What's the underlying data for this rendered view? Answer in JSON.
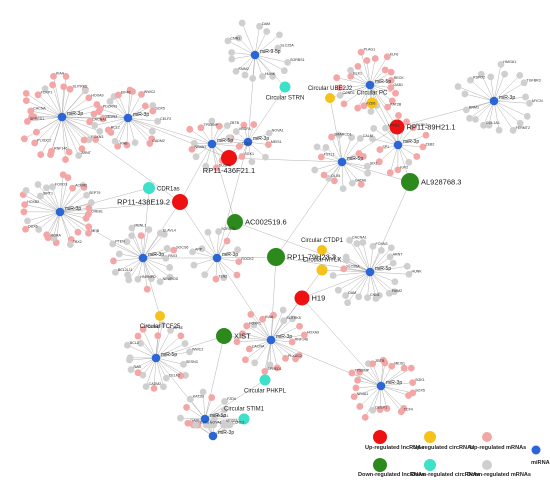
{
  "network": {
    "lncrnas": [
      {
        "label": "RP11-89H21.1",
        "regulation": "up"
      },
      {
        "label": "RP11-436F21.1",
        "regulation": "up"
      },
      {
        "label": "RP11-438E19.2",
        "regulation": "up"
      },
      {
        "label": "H19",
        "regulation": "up"
      },
      {
        "label": "AL928768.3",
        "regulation": "down"
      },
      {
        "label": "AC002519.6",
        "regulation": "down"
      },
      {
        "label": "RP11-79H23.3",
        "regulation": "down"
      },
      {
        "label": "XIST",
        "regulation": "down"
      }
    ],
    "circrnas": [
      {
        "label": "Circular STRN",
        "regulation": "down"
      },
      {
        "label": "Circular UBE2J2",
        "regulation": "up"
      },
      {
        "label": "Circular PC",
        "regulation": "up"
      },
      {
        "label": "CDR1as",
        "regulation": "down"
      },
      {
        "label": "Circular CTDP1",
        "regulation": "up"
      },
      {
        "label": "Circular MYLK",
        "regulation": "up"
      },
      {
        "label": "Circular TCF25",
        "regulation": "up"
      },
      {
        "label": "Circular PHKPL",
        "regulation": "down"
      },
      {
        "label": "Circular STIM1",
        "regulation": "down"
      }
    ],
    "mirnas": [
      "miR-9-5p",
      "miR-3p",
      "miR-3p",
      "miR-5p",
      "miR-3p",
      "miR-5p",
      "miR-3p",
      "miR-3p",
      "miR-5p",
      "miR-3p",
      "miR-3p",
      "miR-3p",
      "miR-5p",
      "miR-3p",
      "miR-5p",
      "miR-3p",
      "miR-5p",
      "miR-3p"
    ],
    "mrna_labels": [
      "SORBS1",
      "HUNK",
      "FAIM2",
      "CNN1",
      "DAM",
      "SLC25A",
      "CACNA1",
      "FOXN3",
      "ARNT",
      "RNF146",
      "PLXDC2",
      "SPRED1",
      "CACNA",
      "FOXP1",
      "KIAA",
      "SLITRK5",
      "HOXA9",
      "SESN3",
      "CELF2",
      "CADM2",
      "RAB",
      "BCL2",
      "PDZRN3",
      "EIF4E",
      "WWC2",
      "SOX5",
      "TCF4",
      "DUSP1",
      "NR4A1",
      "TP53INP",
      "ZBTB",
      "MEIS1",
      "SGK1",
      "VEGFA",
      "NOVA1",
      "GAB1",
      "KAT2B",
      "FZD6",
      "CCND1",
      "ELK1",
      "PLAG1",
      "KLF6",
      "RECK",
      "MYCN",
      "FERMT2",
      "COL1A1",
      "RRM1",
      "RSPO2",
      "HMGA1",
      "TGFBR3",
      "ZEB2",
      "IGF2",
      "SP1",
      "MYBL1",
      "PCSK5",
      "SIX1",
      "GATA6",
      "DLX5",
      "FSTL1",
      "SMARCD1",
      "CALM",
      "CREB1",
      "NFIB",
      "TBX2",
      "RORA",
      "DDX6",
      "HOXB2",
      "SIRT1",
      "FOXO3",
      "ACVR2",
      "SEPT9",
      "PAX3",
      "NEUROD",
      "HNRNPD",
      "BCL2L11",
      "PTEN",
      "MBNL1",
      "ELAVL4",
      "SOCS6",
      "ROCK2",
      "TLN2",
      "APP"
    ]
  },
  "legend": {
    "up_lncrnas": "Up-regulated lncRNAs",
    "up_circrnas": "Up-regulated circRNAs",
    "up_mrnas": "Up-regulated mRNAs",
    "down_lncrnas": "Down-regulated lncRNAs",
    "down_circrnas": "Down-regulated circRNAs",
    "down_mrnas": "Down-regulated mRNAs",
    "mirna": "miRNA"
  },
  "colors": {
    "up_lncrna": "#ee1111",
    "down_lncrna": "#2c8a1c",
    "up_circrna": "#f5c21a",
    "down_circrna": "#3de0c8",
    "up_mrna": "#f4a6a6",
    "down_mrna": "#cfcfcf",
    "mirna": "#2a66d6"
  }
}
